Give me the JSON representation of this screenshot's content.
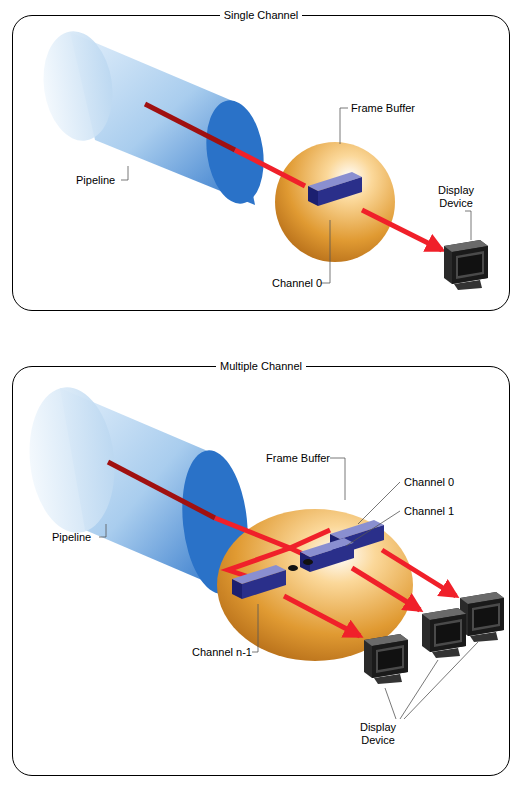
{
  "diagram": {
    "nodes": [
      {
        "text": [
          "Single Channel"
        ]
      },
      {
        "text": [
          "Multiple Channel"
        ]
      }
    ],
    "labels": [
      "Pipeline",
      "Frame Buffer",
      "Display Device",
      "Channel 0",
      "Pipeline",
      "Frame Buffer",
      "Channel 0",
      "Channel 1",
      "Channel n-1",
      "Display Device"
    ]
  }
}
